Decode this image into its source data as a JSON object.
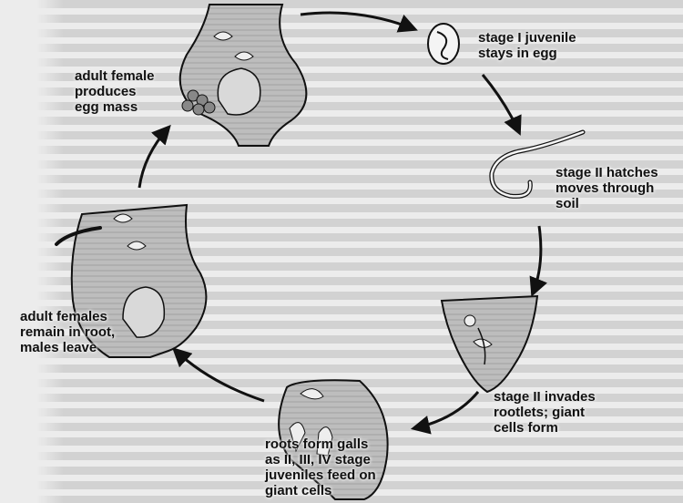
{
  "stages": [
    {
      "id": "stage1",
      "label": "stage I juvenile\nstays in egg"
    },
    {
      "id": "stage2-hatch",
      "label": "stage II hatches\nmoves through\nsoil"
    },
    {
      "id": "stage2-invade",
      "label": "stage II invades\nrootlets; giant\ncells form"
    },
    {
      "id": "galls",
      "label": "roots form galls\nas II, III, IV stage\njuveniles feed on\ngiant cells"
    },
    {
      "id": "adults-remain",
      "label": "adult females\nremain in root,\nmales leave"
    },
    {
      "id": "egg-mass",
      "label": "adult female\nproduces\negg mass"
    }
  ],
  "colors": {
    "ink": "#111111",
    "root_fill": "#b9b9b9",
    "background": "#ececec"
  }
}
